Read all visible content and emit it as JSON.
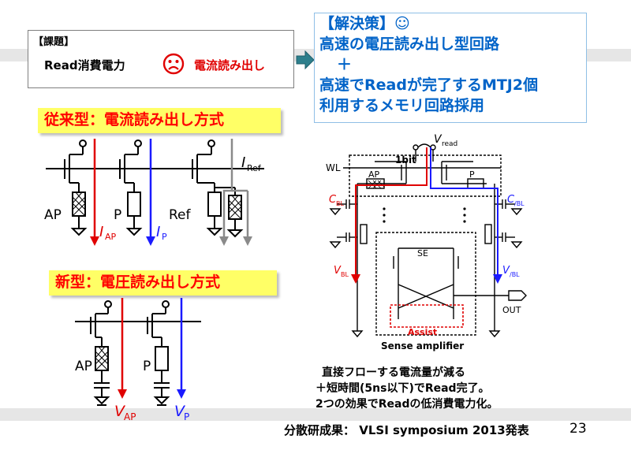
{
  "problem": {
    "tag": "【課題】",
    "label_a": "Read消費電力",
    "label_b": "電流読み出し"
  },
  "solution": {
    "line1": "【解決策】☺",
    "line2": "高速の電圧読み出し型回路",
    "line3": "＋",
    "line4": "高速でReadが完了するMTJ2個",
    "line5": "利用するメモリ回路採用"
  },
  "conventional": {
    "title": "従来型：電流読み出し方式",
    "labels": {
      "ap": "AP",
      "p": "P",
      "ref": "Ref",
      "i_ap": "I",
      "i_ap_sub": "AP",
      "i_p": "I",
      "i_p_sub": "P",
      "i_ref": "I",
      "i_ref_sub": "Ref"
    }
  },
  "new_type": {
    "title": "新型：電圧読み出し方式",
    "labels": {
      "ap": "AP",
      "p": "P",
      "v_ap": "V",
      "v_ap_sub": "AP",
      "v_p": "V",
      "v_p_sub": "P"
    }
  },
  "circuit": {
    "vread": "V",
    "vread_sub": "read",
    "bit": "1bit",
    "wl": "WL",
    "ap": "AP",
    "p": "P",
    "cbl": "C",
    "cbl_sub": "BL",
    "c_bbl": "C",
    "c_bbl_sub": "/BL",
    "vbl": "V",
    "vbl_sub": "BL",
    "v_bbl": "V",
    "v_bbl_sub": "/BL",
    "se": "SE",
    "out": "OUT",
    "assist": "Assist",
    "sense_amp": "Sense amplifier"
  },
  "notes": {
    "line1": "直接フローする電流量が減る",
    "line2": "＋短時間(5ns以下)でRead完了。",
    "line3": "2つの効果でReadの低消費電力化。"
  },
  "footer": {
    "text": "分散研成果： VLSI symposium 2013発表",
    "page": "23"
  },
  "colors": {
    "red": "#e00000",
    "blue": "#1a1aff",
    "gray": "#8a8a8a",
    "accent": "#0063c8"
  }
}
